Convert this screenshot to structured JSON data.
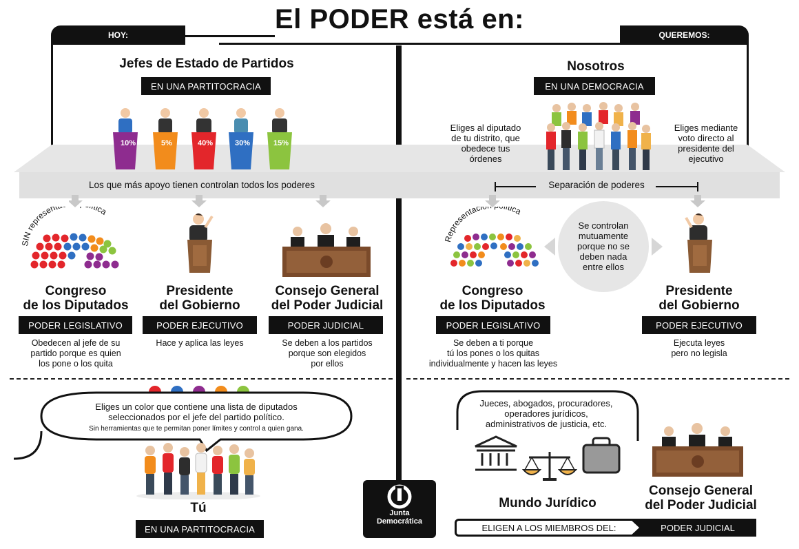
{
  "title": "El PODER está en:",
  "left": {
    "tab": "HOY:",
    "heading": "Jefes de Estado de Partidos",
    "heading_pill": "EN UNA PARTITOCRACIA",
    "podium_labels": [
      "10%",
      "5%",
      "40%",
      "30%",
      "15%"
    ],
    "band_text": "Los que más apoyo tienen controlan todos los poderes",
    "arc_label": "SIN representación política",
    "congreso": {
      "name_line1": "Congreso",
      "name_line2": "de los Diputados",
      "pill": "PODER LEGISLATIVO",
      "desc": [
        "Obedecen al jefe de su",
        "partido porque es quien",
        "los pone o los quita"
      ]
    },
    "presidente": {
      "name_line1": "Presidente",
      "name_line2": "del Gobierno",
      "pill": "PODER EJECUTIVO",
      "desc": [
        "Hace y aplica las leyes"
      ]
    },
    "consejo": {
      "name_line1": "Consejo General",
      "name_line2": "del Poder Judicial",
      "pill": "PODER JUDICIAL",
      "desc": [
        "Se deben a los partidos",
        "porque son elegidos",
        "por ellos"
      ]
    },
    "bubble": {
      "line1": "Eliges un color que contiene una lista de diputados",
      "line2": "seleccionados por el jefe del partido político.",
      "line3": "Sin herramientas que te permitan poner límites y control a quien gana."
    },
    "tu": "Tú",
    "tu_pill": "EN UNA PARTITOCRACIA"
  },
  "right": {
    "tab": "QUEREMOS:",
    "heading": "Nosotros",
    "heading_pill": "EN UNA DEMOCRACIA",
    "side_left": [
      "Eliges al diputado",
      "de tu distrito, que",
      "obedece tus",
      "órdenes"
    ],
    "side_right": [
      "Eliges mediante",
      "voto directo al",
      "presidente del",
      "ejecutivo"
    ],
    "band_text": "Separación de poderes",
    "arc_label": "Representación política",
    "circle_text": [
      "Se controlan",
      "mutuamente",
      "porque no se",
      "deben nada",
      "entre ellos"
    ],
    "congreso": {
      "name_line1": "Congreso",
      "name_line2": "de los Diputados",
      "pill": "PODER LEGISLATIVO",
      "desc": [
        "Se deben a ti porque",
        "tú los pones o los quitas",
        "individualmente y hacen las leyes"
      ]
    },
    "presidente": {
      "name_line1": "Presidente",
      "name_line2": "del Gobierno",
      "pill": "PODER EJECUTIVO",
      "desc": [
        "Ejecuta leyes",
        "pero no legisla"
      ]
    },
    "juridico_bubble": [
      "Jueces, abogados, procuradores,",
      "operadores jurídicos,",
      "administrativos de justicia, etc."
    ],
    "mundo": "Mundo Jurídico",
    "consejo": {
      "name_line1": "Consejo General",
      "name_line2": "del Poder Judicial"
    },
    "eligen": "ELIGEN A LOS MIEMBROS DEL:",
    "eligen_target": "PODER JUDICIAL"
  },
  "logo": {
    "line1": "Junta",
    "line2": "Democrática"
  },
  "colors": {
    "red": "#e3262b",
    "blue": "#2f6fc2",
    "purple": "#8e2c8f",
    "orange": "#f28c1c",
    "green": "#8cc43f"
  }
}
